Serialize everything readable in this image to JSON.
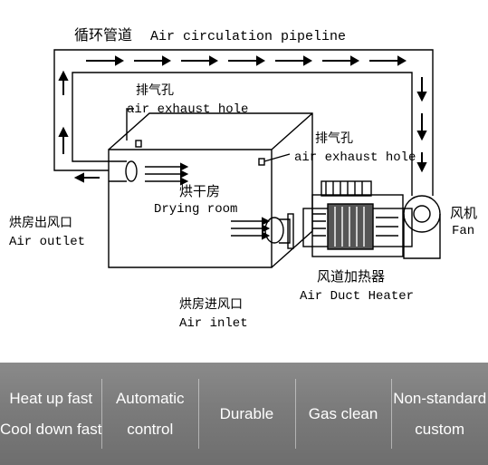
{
  "diagram": {
    "pipeline_label_cn": "循环管道",
    "pipeline_label_en": "Air circulation pipeline",
    "exhaust_left_cn": "排气孔",
    "exhaust_left_en": "air exhaust hole",
    "exhaust_right_cn": "排气孔",
    "exhaust_right_en": "air exhaust hole",
    "room_cn": "烘干房",
    "room_en": "Drying room",
    "outlet_cn": "烘房出风口",
    "outlet_en": "Air outlet",
    "inlet_cn": "烘房进风口",
    "inlet_en": "Air inlet",
    "heater_cn": "风道加热器",
    "heater_en": "Air Duct Heater",
    "fan_cn": "风机",
    "fan_en": "Fan"
  },
  "features": [
    {
      "line1": "Heat up fast",
      "line2": "Cool down fast"
    },
    {
      "line1": "Automatic",
      "line2": "control"
    },
    {
      "line1": "Durable",
      "line2": ""
    },
    {
      "line1": "Gas clean",
      "line2": ""
    },
    {
      "line1": "Non-standard",
      "line2": "custom"
    }
  ],
  "colors": {
    "bar": "#7b7b7b",
    "line": "#000000"
  }
}
